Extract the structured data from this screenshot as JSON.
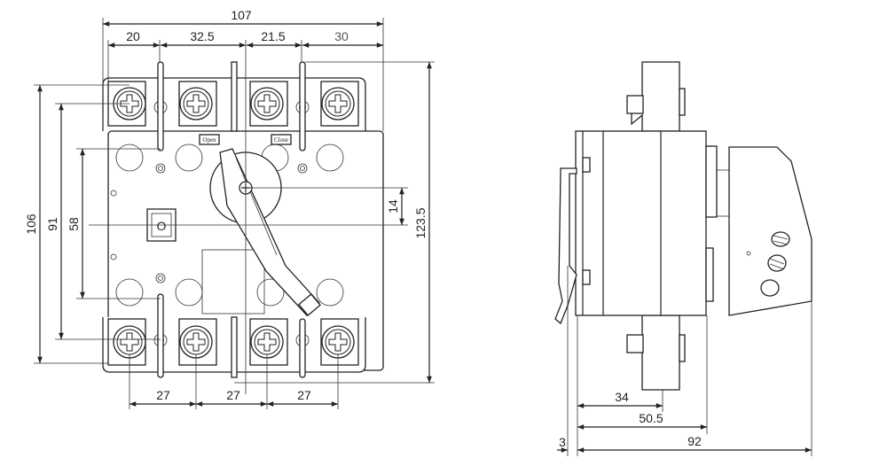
{
  "front_view": {
    "dims": {
      "overall_width": "107",
      "seg1": "20",
      "seg2": "32.5",
      "seg3": "21.5",
      "seg4": "30",
      "height_106": "106",
      "height_91": "91",
      "height_58": "58",
      "offset_14": "14",
      "height_123_5": "123.5",
      "pitch1": "27",
      "pitch2": "27",
      "pitch3": "27"
    },
    "labels": {
      "open": "Open",
      "close": "Close",
      "indicator": "O"
    }
  },
  "side_view": {
    "dims": {
      "depth_34": "34",
      "depth_50_5": "50.5",
      "depth_92": "92",
      "rail_3": "3"
    }
  },
  "colors": {
    "line": "#222222",
    "seg4_text": "#555555"
  }
}
